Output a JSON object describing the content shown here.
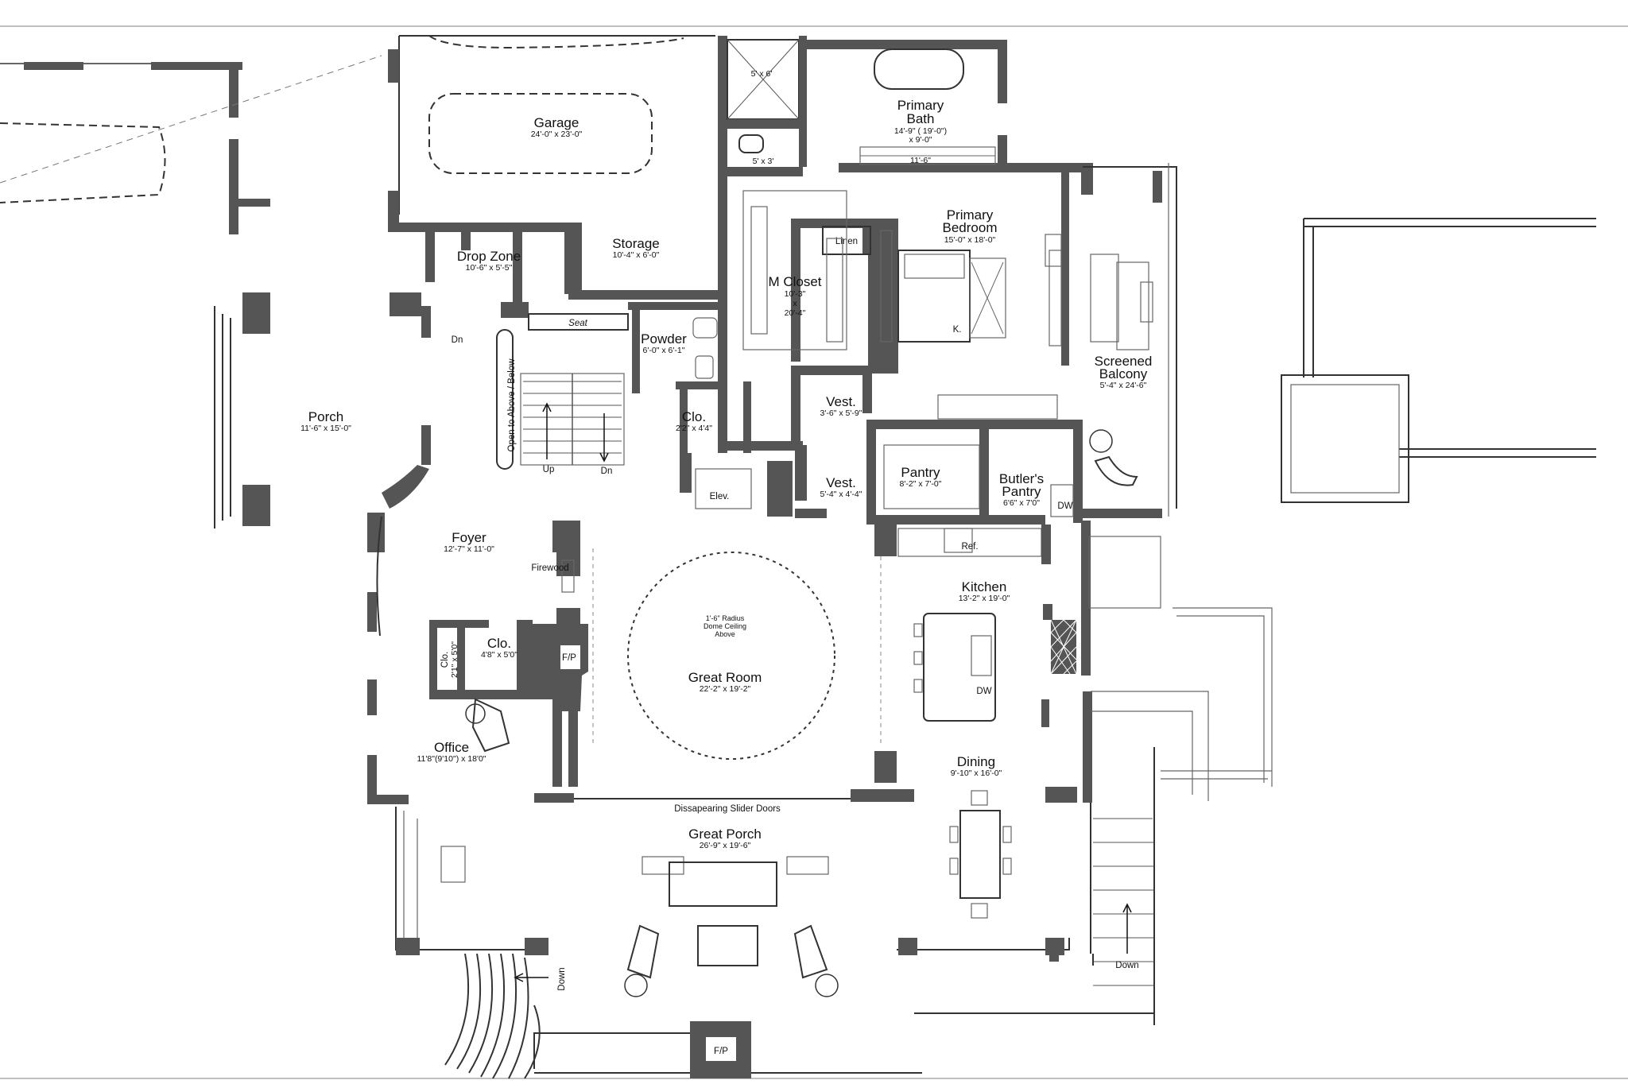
{
  "rooms": {
    "garage": {
      "name": "Garage",
      "dim": "24'-0\" x 23'-0\""
    },
    "primary_bath": {
      "name1": "Primary",
      "name2": "Bath",
      "dim1": "14'-9\" ( 19'-0\")",
      "dim2": "x 9'-0\"",
      "detail": "11'-6\""
    },
    "shower": {
      "dim": "5' x 6'"
    },
    "wc": {
      "dim": "5' x 3'"
    },
    "primary_bedroom": {
      "name1": "Primary",
      "name2": "Bedroom",
      "dim": "15'-0\" x 18'-0\"",
      "bed": "K."
    },
    "linen": {
      "name": "Linen"
    },
    "m_closet": {
      "name": "M Closet",
      "dim1": "10'-3\"",
      "dim2": "x",
      "dim3": "20'-4\""
    },
    "drop_zone": {
      "name": "Drop Zone",
      "dim": "10'-6\" x 5'-5\""
    },
    "storage": {
      "name": "Storage",
      "dim": "10'-4\" x 6'-0\""
    },
    "seat": {
      "name": "Seat"
    },
    "powder": {
      "name": "Powder",
      "dim": "6'-0\" x 6'-1\""
    },
    "porch": {
      "name": "Porch",
      "dim": "11'-6\" x 15'-0\""
    },
    "stair": {
      "open_label": "Open to Above / Below",
      "up": "Up",
      "dn": "Dn",
      "dn_top": "Dn"
    },
    "clo_small": {
      "name": "Clo.",
      "dim": "2'2\" x 4'4\""
    },
    "elev": {
      "name": "Elev."
    },
    "vest_upper": {
      "name": "Vest.",
      "dim": "3'-6\" x 5'-9\""
    },
    "vest_lower": {
      "name": "Vest.",
      "dim": "5'-4\" x 4'-4\""
    },
    "pantry": {
      "name": "Pantry",
      "dim": "8'-2\" x 7'-0\""
    },
    "butlers_pantry": {
      "name1": "Butler's",
      "name2": "Pantry",
      "dim": "6'6\" x 7'0\"",
      "dw": "DW"
    },
    "screened_balcony": {
      "name1": "Screened",
      "name2": "Balcony",
      "dim": "5'-4\" x 24'-6\""
    },
    "foyer": {
      "name": "Foyer",
      "dim": "12'-7\" x 11'-0\""
    },
    "firewood": {
      "name": "Firewood"
    },
    "clo_foyer": {
      "name": "Clo.",
      "dim": "4'8\" x 5'0\""
    },
    "clo_vertical": {
      "name": "Clo.",
      "dim": "2'1\" x 5'0\""
    },
    "fp_great": {
      "name": "F/P"
    },
    "dome": {
      "line1": "1'-6\" Radius",
      "line2": "Dome Ceiling",
      "line3": "Above"
    },
    "great_room": {
      "name": "Great Room",
      "dim": "22'-2\" x 19'-2\""
    },
    "ref": {
      "name": "Ref."
    },
    "kitchen": {
      "name": "Kitchen",
      "dim": "13'-2\" x 19'-0\"",
      "dw": "DW"
    },
    "office": {
      "name": "Office",
      "dim": "11'8\"(9'10\") x 18'0\""
    },
    "dining": {
      "name": "Dining",
      "dim": "9'-10\" x 16'-0\""
    },
    "slider": {
      "name": "Dissapearing Slider Doors"
    },
    "great_porch": {
      "name": "Great Porch",
      "dim": "26'-9\" x 19'-6\""
    },
    "down_left": {
      "name": "Down"
    },
    "down_right": {
      "name": "Down"
    },
    "fp_porch": {
      "name": "F/P"
    }
  }
}
